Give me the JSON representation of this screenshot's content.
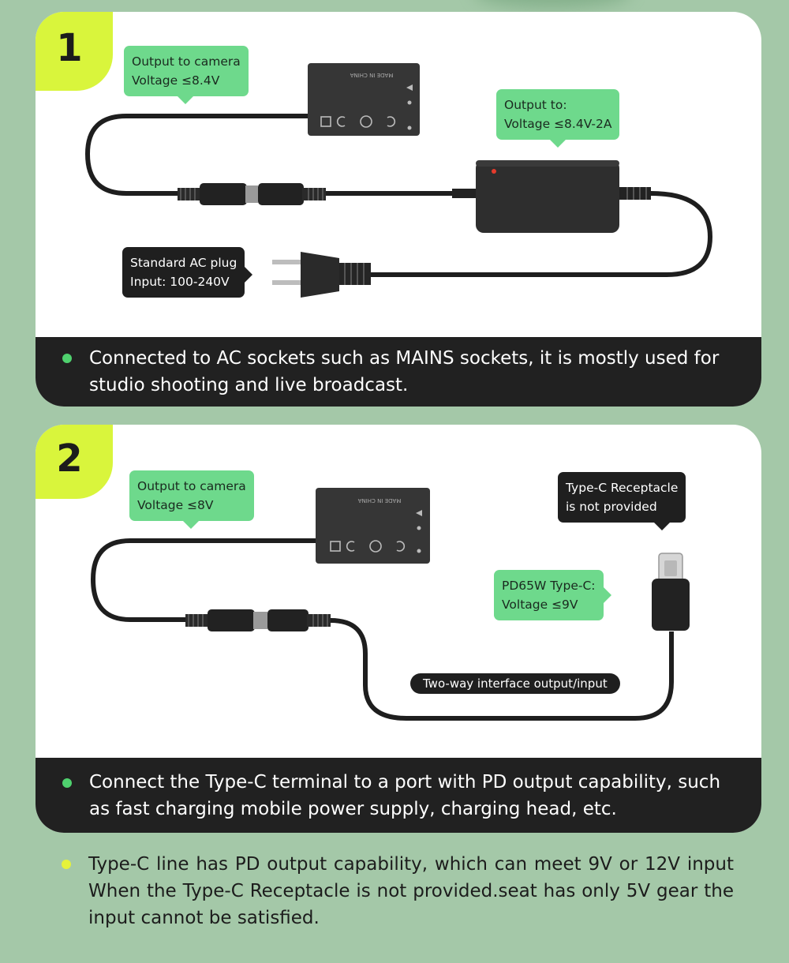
{
  "panel1": {
    "number": "1",
    "callout_camera": {
      "line1": "Output to camera",
      "line2": "Voltage ≤8.4V"
    },
    "callout_adapter": {
      "line1": "Output to:",
      "line2": "Voltage ≤8.4V-2A"
    },
    "callout_plug": {
      "line1": "Standard AC plug",
      "line2": "Input: 100-240V"
    },
    "battery_text": "MADE IN CHINA",
    "caption": "Connected to AC sockets such as MAINS sockets, it is mostly used for studio shooting and live broadcast."
  },
  "panel2": {
    "number": "2",
    "callout_camera": {
      "line1": "Output to camera",
      "line2": "Voltage ≤8V"
    },
    "callout_receptacle": {
      "line1": "Type-C Receptacle",
      "line2": "is not provided"
    },
    "callout_pd": {
      "line1": "PD65W Type-C:",
      "line2": "Voltage ≤9V"
    },
    "pill": "Two-way interface output/input",
    "battery_text": "MADE IN CHINA",
    "caption": "Connect the Type-C terminal to a port with PD output capability, such as fast charging mobile power supply, charging head, etc."
  },
  "footer": {
    "note": "Type-C line has PD output capability, which can meet 9V or 12V input When the Type-C Receptacle is not provided.seat has only 5V gear the input cannot be satisfied."
  },
  "colors": {
    "background": "#a4c8a8",
    "badge": "#d9f53c",
    "callout_green": "#6ed98c",
    "dark": "#1f1f1f",
    "caption_dot": "#4fd16e",
    "footer_dot": "#e6f23a"
  }
}
